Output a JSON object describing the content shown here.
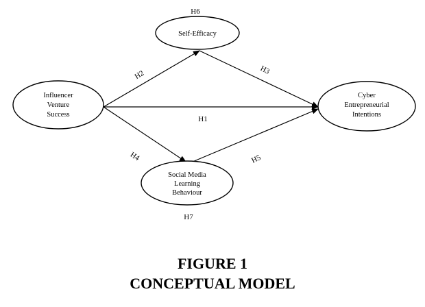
{
  "nodes": {
    "self_efficacy": {
      "lines": [
        "Self-Efficacy"
      ]
    },
    "influencer": {
      "lines": [
        "Influencer",
        "Venture",
        "Success"
      ]
    },
    "cyber": {
      "lines": [
        "Cyber",
        "Entrepreneurial",
        "Intentions"
      ]
    },
    "social_media": {
      "lines": [
        "Social Media",
        "Learning",
        "Behaviour"
      ]
    }
  },
  "hypotheses": {
    "h1": "H1",
    "h2": "H2",
    "h3": "H3",
    "h4": "H4",
    "h5": "H5",
    "h6": "H6",
    "h7": "H7"
  },
  "caption": {
    "figure": "FIGURE 1",
    "title": "CONCEPTUAL MODEL"
  }
}
